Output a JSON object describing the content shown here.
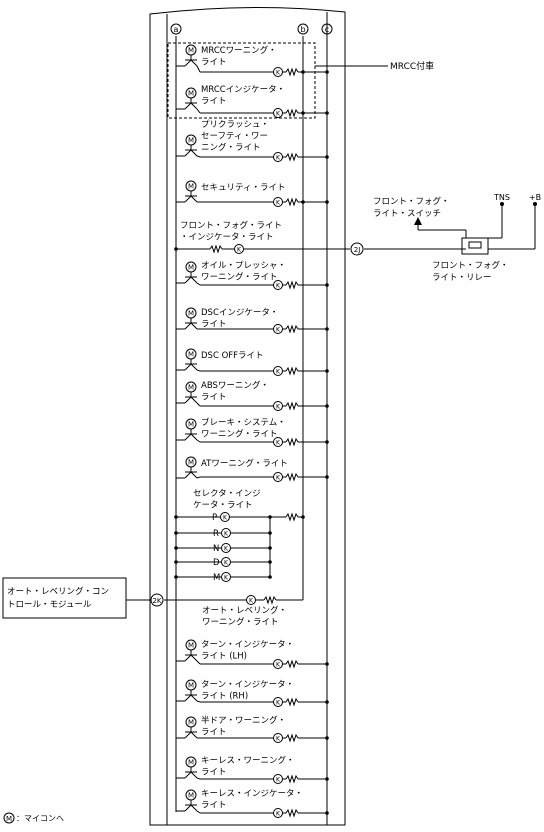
{
  "bus_labels": {
    "a": "a",
    "b": "b",
    "c": "c"
  },
  "micom_symbol": "M",
  "lamp_symbol": "K",
  "mrcc_note": "MRCC付車",
  "lights": [
    {
      "key": "mrcc_warning",
      "lines": [
        "MRCCワーニング・",
        "ライト"
      ]
    },
    {
      "key": "mrcc_indicator",
      "lines": [
        "MRCCインジケータ・",
        "ライト"
      ]
    },
    {
      "key": "precrash",
      "lines": [
        "プリクラッシュ・",
        "セーフティ・ワー",
        "ニング・ライト"
      ]
    },
    {
      "key": "security",
      "lines": [
        "セキュリティ・ライト"
      ]
    },
    {
      "key": "front_fog_ind",
      "lines": [
        "フロント・フォグ・ライト",
        "・インジケータ・ライト"
      ]
    },
    {
      "key": "oil_pressure",
      "lines": [
        "オイル・プレッシャ・",
        "ワーニング・ライト"
      ]
    },
    {
      "key": "dsc_ind",
      "lines": [
        "DSCインジケータ・",
        "ライト"
      ]
    },
    {
      "key": "dsc_off",
      "lines": [
        "DSC OFFライト"
      ]
    },
    {
      "key": "abs_warning",
      "lines": [
        "ABSワーニング・",
        "ライト"
      ]
    },
    {
      "key": "brake_system",
      "lines": [
        "ブレーキ・システム・",
        "ワーニング・ライト"
      ]
    },
    {
      "key": "at_warning",
      "lines": [
        "ATワーニング・ライト"
      ]
    },
    {
      "key": "selector",
      "lines": [
        "セレクタ・インジ",
        "ケータ・ライト"
      ]
    },
    {
      "key": "auto_leveling_wl",
      "lines": [
        "オート・レベリング・",
        "ワーニング・ライト"
      ]
    },
    {
      "key": "turn_lh",
      "lines": [
        "ターン・インジケータ・",
        "ライト (LH)"
      ]
    },
    {
      "key": "turn_rh",
      "lines": [
        "ターン・インジケータ・",
        "ライト (RH)"
      ]
    },
    {
      "key": "half_door",
      "lines": [
        "半ドア・ワーニング・",
        "ライト"
      ]
    },
    {
      "key": "keyless_warning",
      "lines": [
        "キーレス・ワーニング・",
        "ライト"
      ]
    },
    {
      "key": "keyless_ind",
      "lines": [
        "キーレス・インジケータ・",
        "ライト"
      ]
    }
  ],
  "selector_positions": [
    "P",
    "R",
    "N",
    "D",
    "M"
  ],
  "connectors": {
    "j2": "2J",
    "k2": "2K"
  },
  "fog_switch": [
    "フロント・フォグ・",
    "ライト・スイッチ"
  ],
  "fog_relay": [
    "フロント・フォグ・",
    "ライト・リレー"
  ],
  "tns": "TNS",
  "plus_b": "+B",
  "auto_level_module": [
    "オート・レベリング・コン",
    "トロール・モジュール"
  ],
  "legend": "：マイコンへ"
}
